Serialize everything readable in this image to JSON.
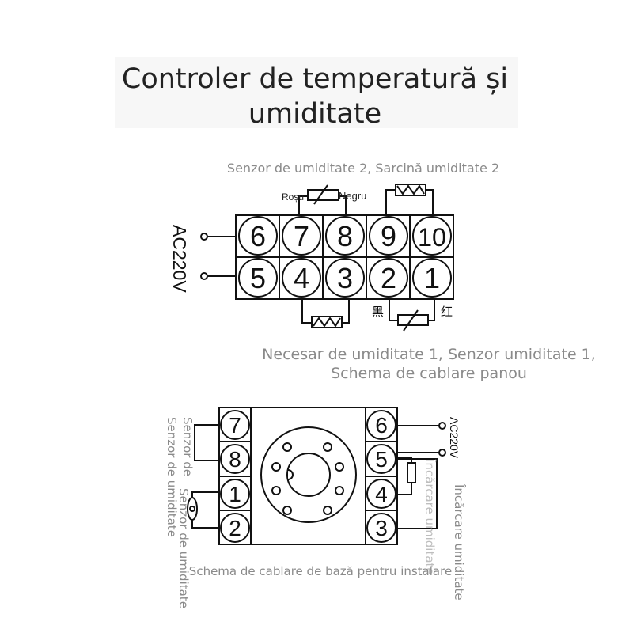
{
  "title": {
    "line1": "Controler de temperatură și",
    "line2": "umiditate"
  },
  "panel_diagram": {
    "caption_top": "Senzor de umiditate 2, Sarcină umiditate 2",
    "wire_red": "Roșu",
    "wire_black": "Negru",
    "power_label": "AC220V",
    "top_terminals": [
      "6",
      "7",
      "8",
      "9",
      "10"
    ],
    "bottom_terminals": [
      "5",
      "4",
      "3",
      "2",
      "1"
    ],
    "black_cn": "黑",
    "red_cn": "红",
    "caption_bottom_line1": "Necesar de umiditate 1, Senzor umiditate 1,",
    "caption_bottom_line2": "Schema de cablare panou"
  },
  "base_diagram": {
    "left_terminals": [
      "7",
      "8",
      "1",
      "2"
    ],
    "right_terminals": [
      "6",
      "5",
      "4",
      "3"
    ],
    "power_label": "AC220V",
    "sensor_label": "Senzor de umiditate",
    "load_label": "Încărcare umiditate",
    "caption": "Schema de cablare de bază pentru instalare"
  }
}
